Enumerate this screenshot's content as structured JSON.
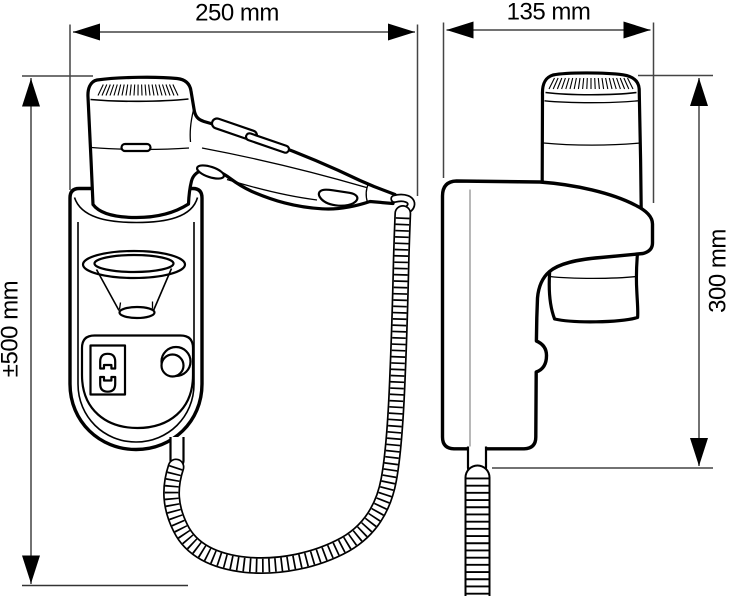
{
  "drawing": {
    "colors": {
      "background": "#ffffff",
      "ink": "#000000",
      "dimension_lines": "#444444",
      "inner_edge_gray": "#9a9a9a"
    },
    "dimensions": {
      "front_width": "250 mm",
      "side_width": "135 mm",
      "front_height": "±500 mm",
      "side_height": "300 mm"
    }
  }
}
